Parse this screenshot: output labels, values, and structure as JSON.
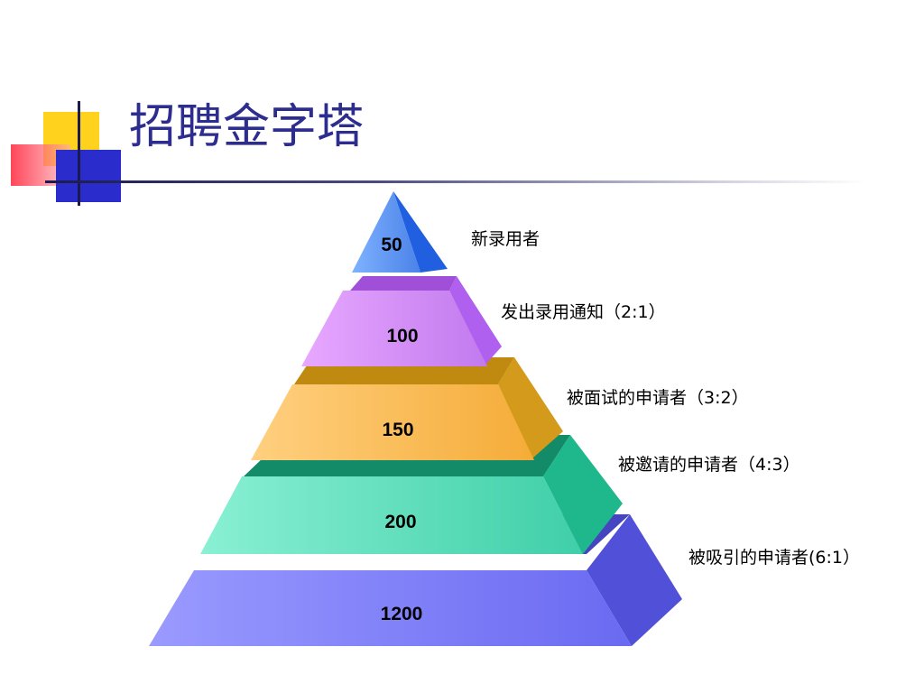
{
  "title": "招聘金字塔",
  "tiers": [
    {
      "value": "50",
      "label": "新录用者",
      "color": "#5a90f0"
    },
    {
      "value": "100",
      "label": "发出录用通知（2:1）",
      "color": "#c77af0"
    },
    {
      "value": "150",
      "label": "被面试的申请者（3:2）",
      "color": "#f5b040"
    },
    {
      "value": "200",
      "label": "被邀请的申请者（4:3）",
      "color": "#3ed0a8"
    },
    {
      "value": "1200",
      "label": "被吸引的申请者(6:1）",
      "color": "#7070f0"
    }
  ],
  "decor_colors": {
    "yellow": "#ffd21e",
    "blue": "#2a2ccc",
    "red": "#ff3c50",
    "title": "#2d2d8f"
  }
}
